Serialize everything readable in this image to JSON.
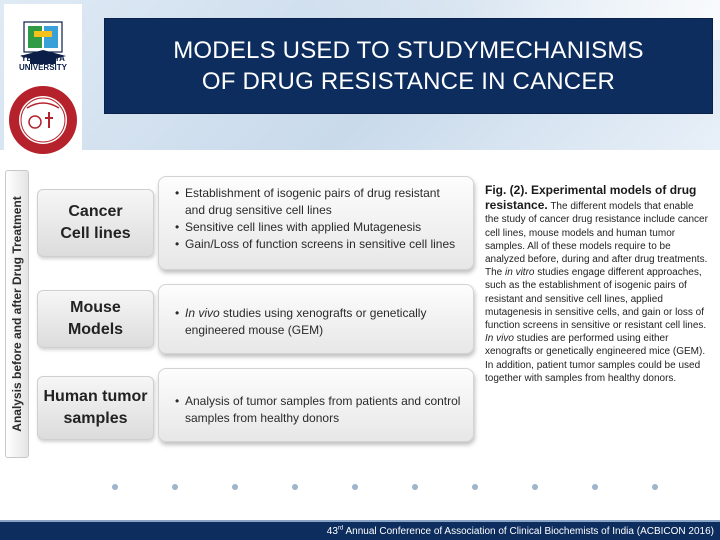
{
  "header": {
    "title_line1": "MODELS USED TO STUDYMECHANISMS",
    "title_line2": "OF DRUG RESISTANCE IN CANCER"
  },
  "logos": {
    "university_name": "YENEPOYA UNIVERSITY",
    "university_icon": "university-crest-icon",
    "seal_icon": "society-seal-icon"
  },
  "side_label": "Analysis before and after Drug Treatment",
  "rows": [
    {
      "label": "Cancer Cell lines",
      "bullets": [
        "Establishment of isogenic pairs of drug resistant and drug sensitive cell lines",
        "Sensitive cell lines with applied Mutagenesis",
        "Gain/Loss of function screens in sensitive cell lines"
      ]
    },
    {
      "label": "Mouse Models",
      "bullets": [
        "In vivo studies using xenografts or genetically engineered mouse (GEM)"
      ]
    },
    {
      "label": "Human tumor samples",
      "bullets": [
        "Analysis of tumor samples from patients and control samples from healthy donors"
      ]
    }
  ],
  "caption": {
    "heading": "Fig. (2). Experimental models of drug resistance.",
    "part1": " The different models that enable the study of cancer drug resistance include cancer cell lines, mouse models and human tumor samples. All of these models require to be analyzed before, during and after drug treatments. The ",
    "italic1": "in vitro",
    "part2": " studies engage different approaches, such as the establishment of isogenic pairs of resistant and sensitive cell lines, applied mutagenesis in sensitive cells, and gain or loss of function screens in sensitive or resistant cell lines. ",
    "italic2": "In vivo",
    "part3": " studies are performed using either xenografts or genetically engineered mice (GEM). In addition, patient tumor samples could be used together with samples from healthy donors."
  },
  "footer": {
    "ordinal": "43",
    "ordinal_suffix": "rd",
    "text": " Annual Conference of Association of Clinical Biochemists of India (ACBICON 2016)"
  },
  "colors": {
    "navy": "#0d2d5e",
    "header_band": "#c9daeb",
    "dot": "#9fb3cc"
  }
}
